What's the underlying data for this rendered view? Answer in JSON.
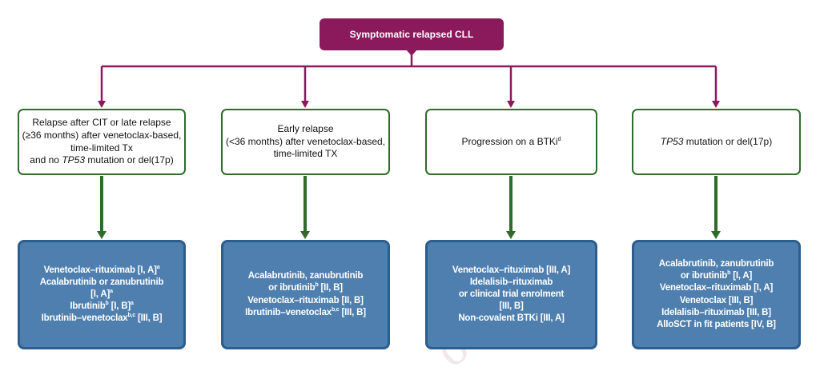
{
  "root": {
    "label": "Symptomatic relapsed CLL"
  },
  "conditions": [
    {
      "id": "cit",
      "lines": [
        {
          "text": "Relapse after CIT or late relapse"
        },
        {
          "text": "(≥36 months) after venetoclax-based,"
        },
        {
          "text": "time-limited Tx"
        },
        {
          "pre": "and no ",
          "em": "TP53",
          "post": " mutation or del(17p)"
        }
      ]
    },
    {
      "id": "early",
      "lines": [
        {
          "text": "Early relapse"
        },
        {
          "text": "(<36 months) after venetoclax-based,"
        },
        {
          "text": "time-limited TX"
        }
      ]
    },
    {
      "id": "btki",
      "lines": [
        {
          "text": "Progression on a BTKi",
          "sup": "d"
        }
      ]
    },
    {
      "id": "tp53",
      "lines": [
        {
          "em": "TP53",
          "post": " mutation or del(17p)"
        }
      ]
    }
  ],
  "recommendations": [
    {
      "id": "rec-cit",
      "lines": [
        {
          "text": "Venetoclax–rituximab [I, A]",
          "sup": "a"
        },
        {
          "text": "Acalabrutinib or zanubrutinib"
        },
        {
          "text": "[I, A]",
          "sup": "a"
        },
        {
          "text": "Ibrutinib",
          "sup": "b",
          "post": " [I, B]",
          "sup2": "a"
        },
        {
          "text": "Ibrutinib–venetoclax",
          "sup": "b,c",
          "post": " [III, B]"
        }
      ]
    },
    {
      "id": "rec-early",
      "lines": [
        {
          "text": "Acalabrutinib, zanubrutinib"
        },
        {
          "text": "or ibrutinib",
          "sup": "b",
          "post": " [II, B]"
        },
        {
          "text": "Venetoclax–rituximab [II, B]"
        },
        {
          "text": "Ibrutinib–venetoclax",
          "sup": "b,c",
          "post": " [III, B]"
        }
      ]
    },
    {
      "id": "rec-btki",
      "lines": [
        {
          "text": "Venetoclax–rituximab [III, A]"
        },
        {
          "text": "Idelalisib–rituximab"
        },
        {
          "text": "or clinical trial enrolment"
        },
        {
          "text": "[III, B]"
        },
        {
          "text": "Non-covalent BTKi [III, A]"
        }
      ]
    },
    {
      "id": "rec-tp53",
      "lines": [
        {
          "text": "Acalabrutinib, zanubrutinib"
        },
        {
          "text": "or ibrutinib",
          "sup": "b",
          "post": " [I, A]"
        },
        {
          "text": "Venetoclax–rituximab [I, A]"
        },
        {
          "text": "Venetoclax [III, B]"
        },
        {
          "text": "Idelalisib–rituximab [III, B]"
        },
        {
          "text": "AlloSCT in fit patients [IV, B]"
        }
      ]
    }
  ],
  "watermark": "oof",
  "colors": {
    "root_fill": "#8b1a5c",
    "connector_top": "#8b1a5c",
    "condition_border": "#2f6b2b",
    "connector_bottom": "#2f6b2b",
    "recommendation_fill": "#4e7fae",
    "recommendation_border": "#2b5d8e"
  }
}
